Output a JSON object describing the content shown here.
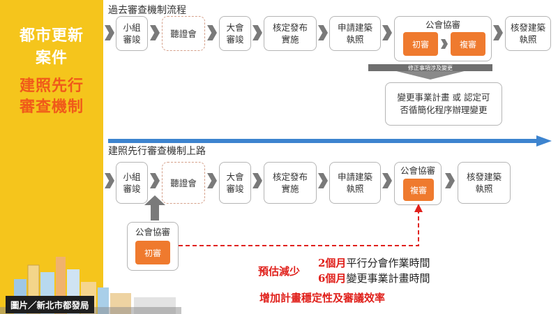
{
  "sidebar": {
    "title_line1": "都市更新",
    "title_line2": "案件",
    "title_line3": "建照先行",
    "title_line4": "審查機制"
  },
  "top_flow": {
    "title": "過去審查機制流程",
    "step1": "小組",
    "step1b": "審竣",
    "step2": "聽證會",
    "step3": "大會",
    "step3b": "審竣",
    "step4": "核定發布",
    "step4b": "實施",
    "step5": "申請建築",
    "step5b": "執照",
    "committee_title": "公會協審",
    "first_review": "初審",
    "second_review": "複審",
    "step7": "核發建築",
    "step7b": "執照",
    "banner": "修正事項涉及變更",
    "note_line1": "變更事業計畫 或 認定可",
    "note_line2": "否循簡化程序辦理變更"
  },
  "bottom_flow": {
    "title": "建照先行審查機制上路",
    "step1": "小組",
    "step1b": "審竣",
    "step2": "聽證會",
    "step3": "大會",
    "step3b": "審竣",
    "step4": "核定發布",
    "step4b": "實施",
    "step5": "申請建築",
    "step5b": "執照",
    "committee_title": "公會協審",
    "second_review": "複審",
    "step7": "核發建築",
    "step7b": "執照",
    "early_title": "公會協審",
    "first_review": "初審"
  },
  "notes": {
    "reduce_prefix": "預估減少",
    "months1": "2個月",
    "text1": "平行分會作業時間",
    "months2": "6個月",
    "text2": "變更事業計畫時間",
    "efficiency": "增加計畫穩定性及審議效率"
  },
  "credit": "圖片／新北市都發局",
  "colors": {
    "accent": "#f5c51c",
    "orange": "#ef7a2e",
    "red": "#e0201b",
    "blue": "#3d84cf"
  }
}
